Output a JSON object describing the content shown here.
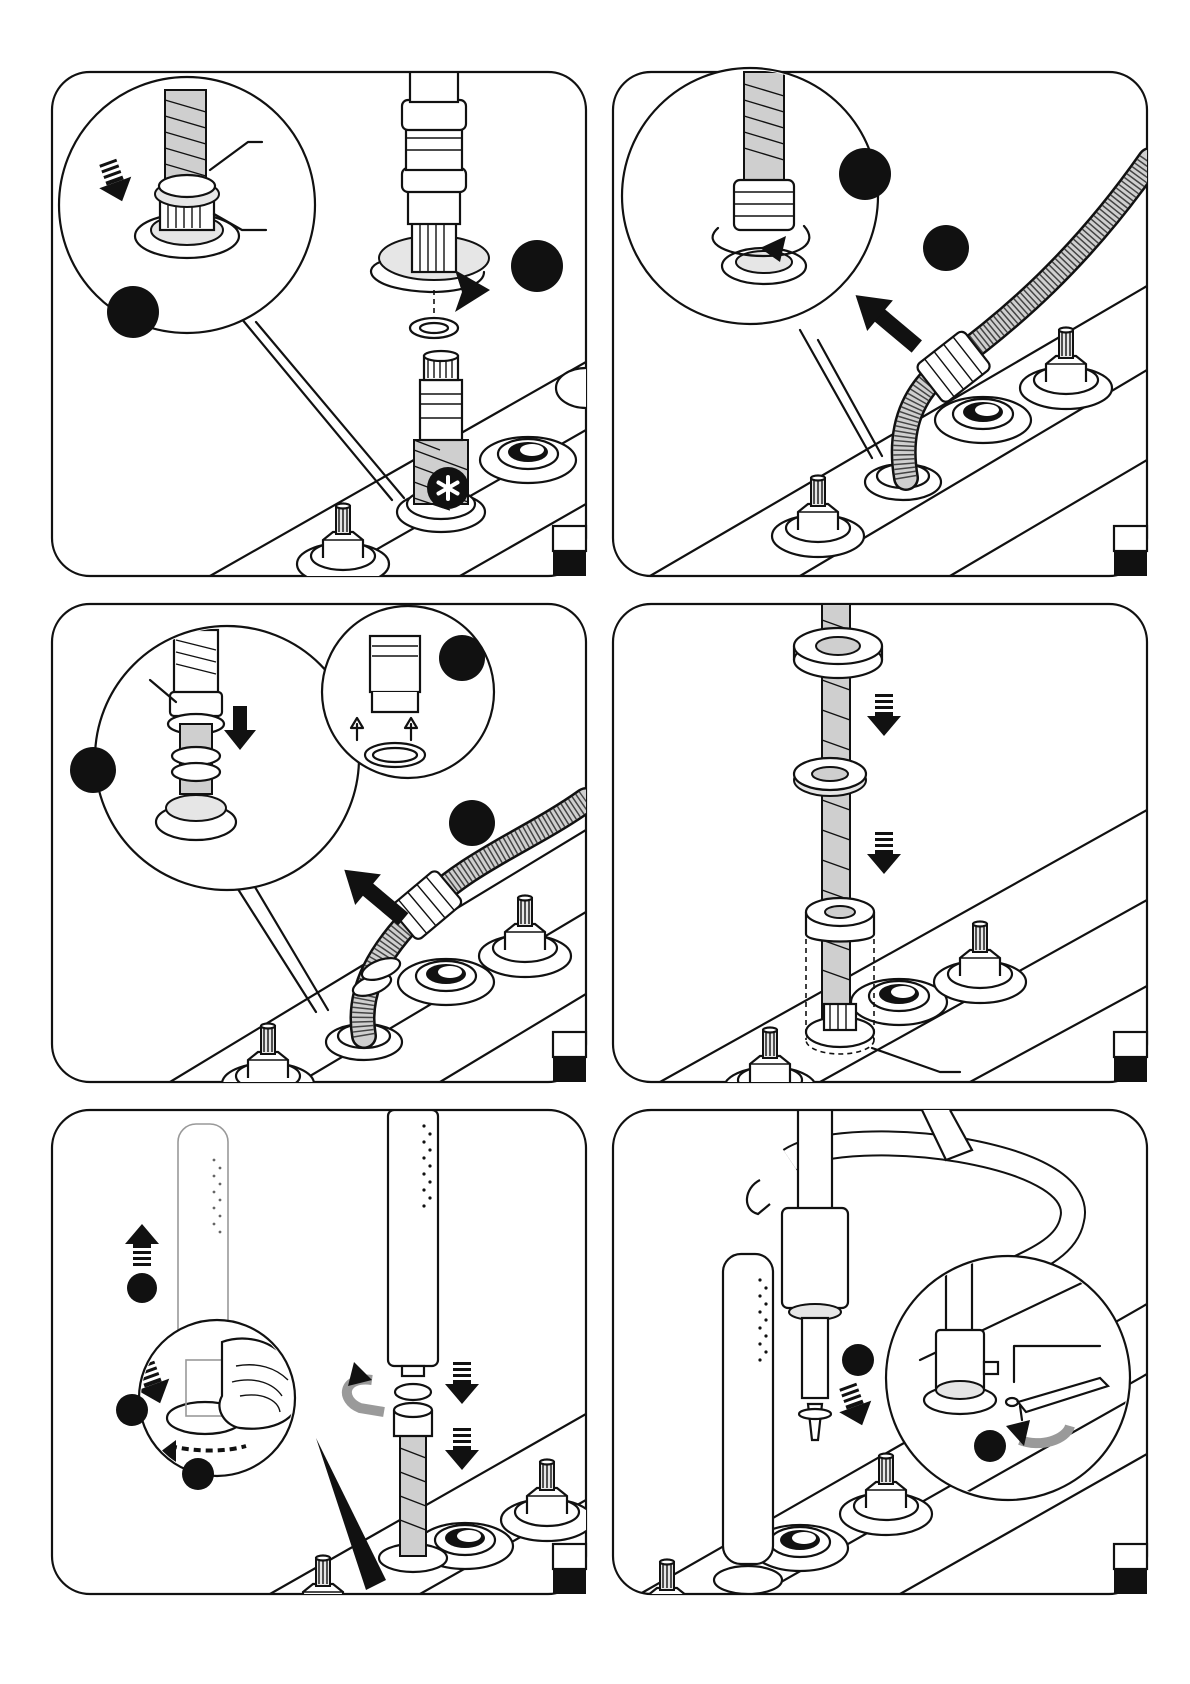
{
  "page": {
    "title": "",
    "panels": [
      {
        "id": 1,
        "step_marker": "",
        "icon": "hose-connection"
      },
      {
        "id": 2,
        "step_marker": "",
        "icon": "hose-routing"
      },
      {
        "id": 3,
        "step_marker": "",
        "icon": "o-ring-fitting"
      },
      {
        "id": 4,
        "step_marker": "",
        "icon": "escutcheon-sliding"
      },
      {
        "id": 5,
        "step_marker": "",
        "icon": "hand-shower-mounting"
      },
      {
        "id": 6,
        "step_marker": "",
        "icon": "hex-key-fixing"
      }
    ],
    "colors": {
      "ink": "#111111",
      "fill": "#ffffff",
      "grey": "#e6e6e6",
      "arrow_grey": "#9a9a9a"
    }
  }
}
